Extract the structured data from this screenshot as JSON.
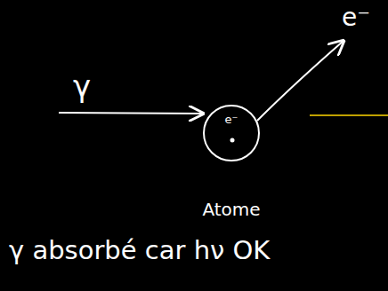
{
  "diagram": {
    "nodes": [
      {
        "text": [
          "e⁻",
          "Atome"
        ]
      }
    ],
    "labels": [
      "γ",
      "e⁻",
      "γ absorbé car hν OK"
    ]
  }
}
